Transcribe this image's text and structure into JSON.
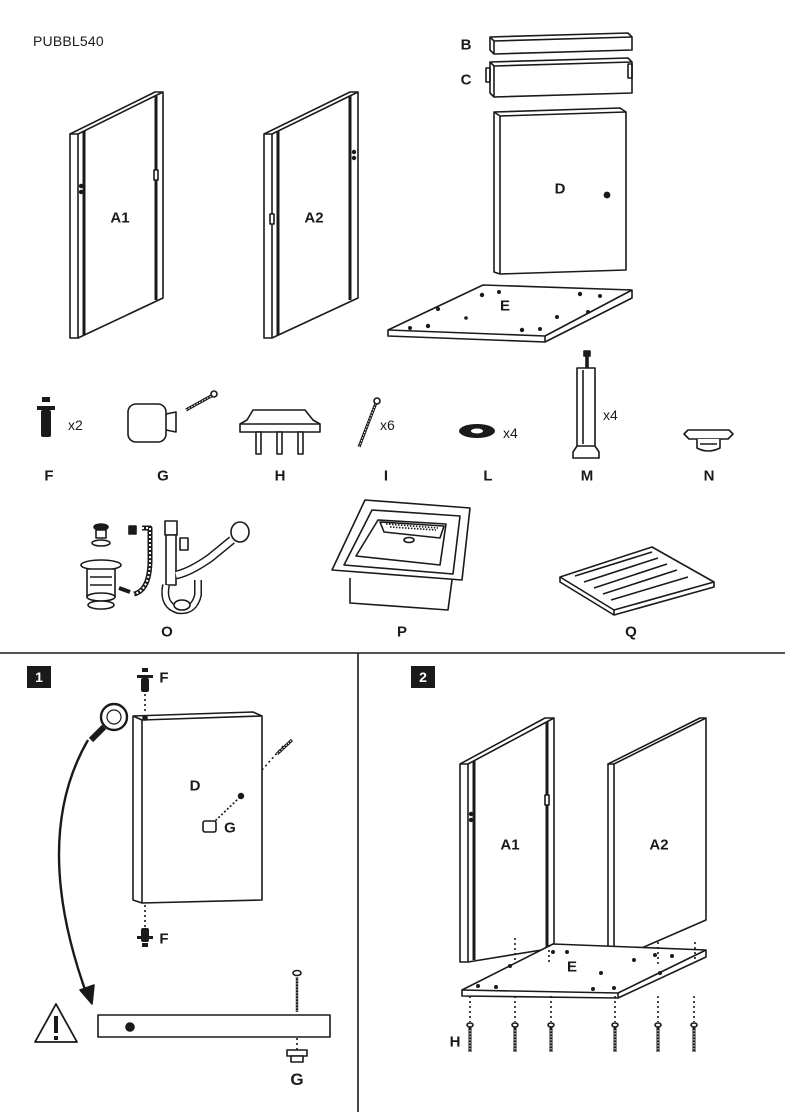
{
  "product_code": "PUBBL540",
  "panels": {
    "a1": "A1",
    "a2": "A2",
    "b": "B",
    "c": "C",
    "d": "D",
    "e": "E"
  },
  "hardware": [
    {
      "letter": "F",
      "qty": "x2"
    },
    {
      "letter": "G",
      "qty": ""
    },
    {
      "letter": "H",
      "qty": ""
    },
    {
      "letter": "I",
      "qty": "x6"
    },
    {
      "letter": "L",
      "qty": "x4"
    },
    {
      "letter": "M",
      "qty": "x4"
    },
    {
      "letter": "N",
      "qty": ""
    },
    {
      "letter": "O",
      "qty": ""
    },
    {
      "letter": "P",
      "qty": ""
    },
    {
      "letter": "Q",
      "qty": ""
    }
  ],
  "step1": {
    "number": "1",
    "label_f_top": "F",
    "label_f_bottom": "F",
    "label_d": "D",
    "label_g": "G",
    "label_g_bottom": "G",
    "warning_icon": "warning-triangle-icon",
    "magnifier_icon": "magnifier-icon"
  },
  "step2": {
    "number": "2",
    "label_a1": "A1",
    "label_a2": "A2",
    "label_e": "E",
    "label_h": "H"
  }
}
